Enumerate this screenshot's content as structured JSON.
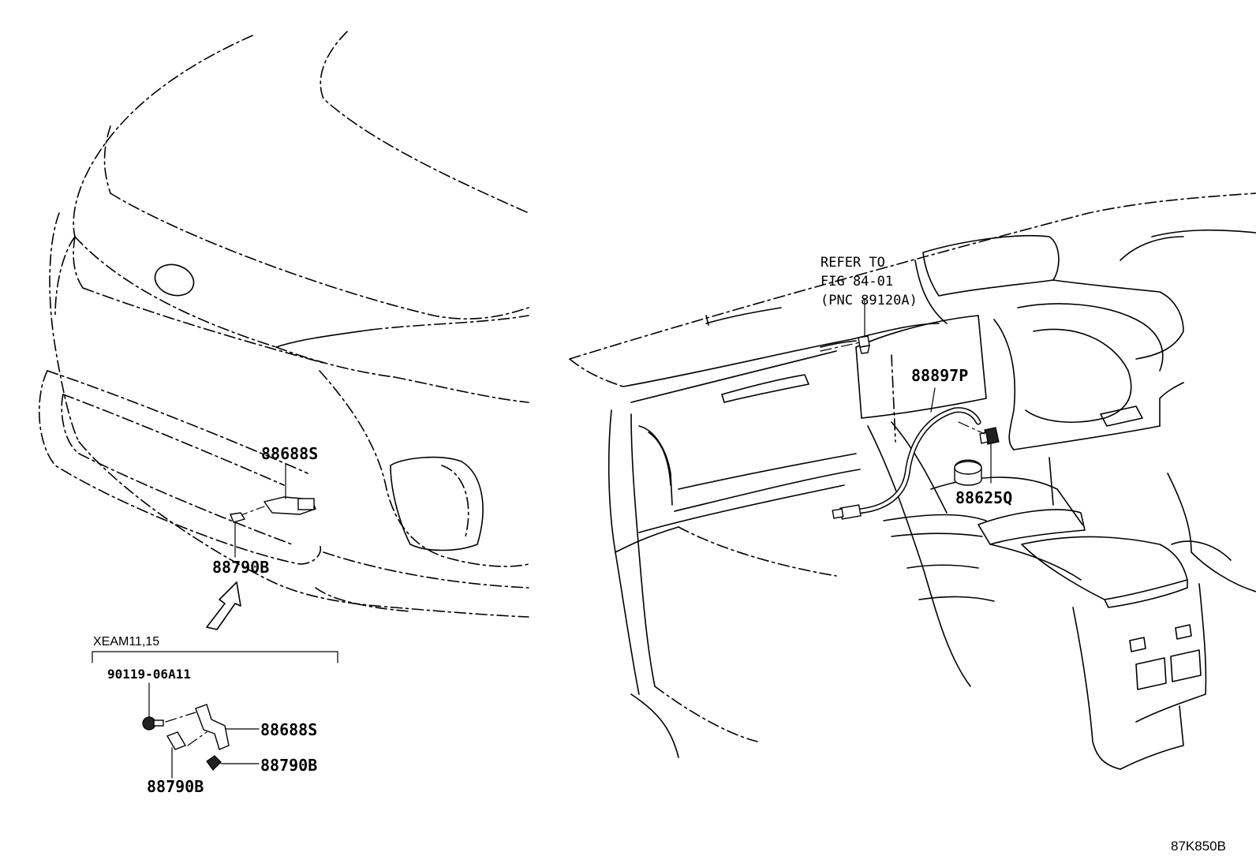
{
  "diagram": {
    "front_view": {
      "callouts": {
        "sensor_bracket": "88688S",
        "sensor_clip": "88790B"
      },
      "variant": {
        "label": "XEAM11,15",
        "bolt": "90119-06A11",
        "bracket": "88688S",
        "clip_upper": "88790B",
        "clip_lower": "88790B"
      }
    },
    "interior_view": {
      "reference_note": {
        "line1": "REFER TO",
        "line2": "FIG 84-01",
        "line3": "(PNC 89120A)"
      },
      "callouts": {
        "hose": "88897P",
        "sensor": "88625Q"
      }
    },
    "figure_id": "87K850B"
  }
}
